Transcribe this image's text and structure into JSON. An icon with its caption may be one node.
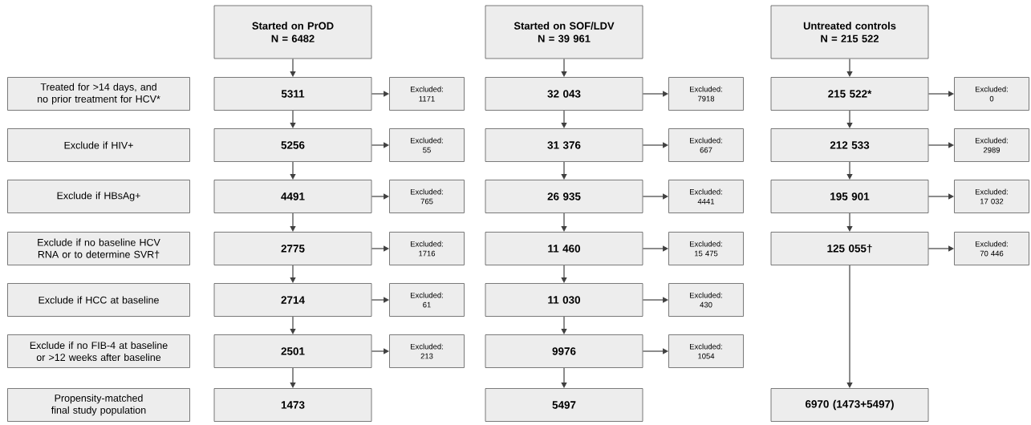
{
  "diagram": {
    "nodes": [
      {
        "text": [
          "Started on PrOD",
          "N = 6482"
        ]
      },
      {
        "text": [
          "Started on SOF/LDV",
          "N = 39 961"
        ]
      },
      {
        "text": [
          "Untreated controls",
          "N = 215 522"
        ]
      },
      {
        "text": [
          "Treated for >14 days, and no prior treatment for HCV*"
        ]
      },
      {
        "text": [
          "5311"
        ]
      },
      {
        "text": [
          "Excluded:",
          "1171"
        ]
      },
      {
        "text": [
          "32 043"
        ]
      },
      {
        "text": [
          "Excluded:",
          "7918"
        ]
      },
      {
        "text": [
          "215 522*"
        ]
      },
      {
        "text": [
          "Excluded:",
          "0"
        ]
      },
      {
        "text": [
          "Exclude if HIV+"
        ]
      },
      {
        "text": [
          "5256"
        ]
      },
      {
        "text": [
          "Excluded:",
          "55"
        ]
      },
      {
        "text": [
          "31 376"
        ]
      },
      {
        "text": [
          "Excluded:",
          "667"
        ]
      },
      {
        "text": [
          "212 533"
        ]
      },
      {
        "text": [
          "Excluded:",
          "2989"
        ]
      },
      {
        "text": [
          "Exclude if HBsAg+"
        ]
      },
      {
        "text": [
          "4491"
        ]
      },
      {
        "text": [
          "Excluded:",
          "765"
        ]
      },
      {
        "text": [
          "26 935"
        ]
      },
      {
        "text": [
          "Excluded:",
          "4441"
        ]
      },
      {
        "text": [
          "195 901"
        ]
      },
      {
        "text": [
          "Excluded:",
          "17 032"
        ]
      },
      {
        "text": [
          "Exclude if no baseline HCV RNA or to determine SVR†"
        ]
      },
      {
        "text": [
          "2775"
        ]
      },
      {
        "text": [
          "Excluded:",
          "1716"
        ]
      },
      {
        "text": [
          "11 460"
        ]
      },
      {
        "text": [
          "Excluded:",
          "15 475"
        ]
      },
      {
        "text": [
          "125 055†"
        ]
      },
      {
        "text": [
          "Excluded:",
          "70 446"
        ]
      },
      {
        "text": [
          "Exclude if HCC at baseline"
        ]
      },
      {
        "text": [
          "2714"
        ]
      },
      {
        "text": [
          "Excluded:",
          "61"
        ]
      },
      {
        "text": [
          "11 030"
        ]
      },
      {
        "text": [
          "Excluded:",
          "430"
        ]
      },
      {
        "text": [
          "Exclude if no FIB-4 at baseline or >12 weeks after baseline"
        ]
      },
      {
        "text": [
          "2501"
        ]
      },
      {
        "text": [
          "Excluded:",
          "213"
        ]
      },
      {
        "text": [
          "9976"
        ]
      },
      {
        "text": [
          "Excluded:",
          "1054"
        ]
      },
      {
        "text": [
          "Propensity-matched final study population"
        ]
      },
      {
        "text": [
          "1473"
        ]
      },
      {
        "text": [
          "5497"
        ]
      },
      {
        "text": [
          "6970 (1473+5497)"
        ]
      }
    ],
    "edges": [
      {
        "from": 0,
        "to": 4,
        "arrow": "to"
      },
      {
        "from": 4,
        "to": 5,
        "arrow": "to"
      },
      {
        "from": 4,
        "to": 11,
        "arrow": "to"
      },
      {
        "from": 11,
        "to": 12,
        "arrow": "to"
      },
      {
        "from": 11,
        "to": 18,
        "arrow": "to"
      },
      {
        "from": 18,
        "to": 19,
        "arrow": "to"
      },
      {
        "from": 18,
        "to": 25,
        "arrow": "to"
      },
      {
        "from": 25,
        "to": 26,
        "arrow": "to"
      },
      {
        "from": 25,
        "to": 32,
        "arrow": "to"
      },
      {
        "from": 32,
        "to": 33,
        "arrow": "to"
      },
      {
        "from": 32,
        "to": 37,
        "arrow": "to"
      },
      {
        "from": 37,
        "to": 38,
        "arrow": "to"
      },
      {
        "from": 37,
        "to": 42,
        "arrow": "to"
      },
      {
        "from": 1,
        "to": 6,
        "arrow": "to"
      },
      {
        "from": 6,
        "to": 7,
        "arrow": "to"
      },
      {
        "from": 6,
        "to": 13,
        "arrow": "to"
      },
      {
        "from": 13,
        "to": 14,
        "arrow": "to"
      },
      {
        "from": 13,
        "to": 20,
        "arrow": "to"
      },
      {
        "from": 20,
        "to": 21,
        "arrow": "to"
      },
      {
        "from": 20,
        "to": 27,
        "arrow": "to"
      },
      {
        "from": 27,
        "to": 28,
        "arrow": "to"
      },
      {
        "from": 27,
        "to": 34,
        "arrow": "to"
      },
      {
        "from": 34,
        "to": 35,
        "arrow": "to"
      },
      {
        "from": 34,
        "to": 39,
        "arrow": "to"
      },
      {
        "from": 39,
        "to": 40,
        "arrow": "to"
      },
      {
        "from": 39,
        "to": 43,
        "arrow": "to"
      },
      {
        "from": 2,
        "to": 8,
        "arrow": "to"
      },
      {
        "from": 8,
        "to": 9,
        "arrow": "to"
      },
      {
        "from": 8,
        "to": 15,
        "arrow": "to"
      },
      {
        "from": 15,
        "to": 16,
        "arrow": "to"
      },
      {
        "from": 15,
        "to": 22,
        "arrow": "to"
      },
      {
        "from": 22,
        "to": 23,
        "arrow": "to"
      },
      {
        "from": 22,
        "to": 29,
        "arrow": "to"
      },
      {
        "from": 29,
        "to": 30,
        "arrow": "to"
      },
      {
        "from": 29,
        "to": 44,
        "arrow": "to"
      }
    ]
  }
}
